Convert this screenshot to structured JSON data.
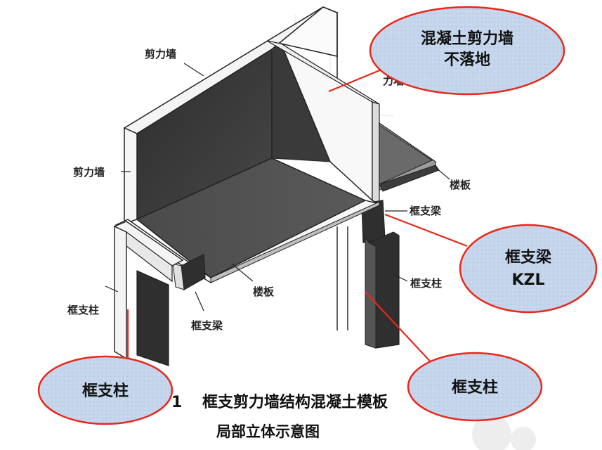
{
  "labels": {
    "shear_wall_top": "剪力墙",
    "shear_wall_left": "剪力墙",
    "wall_partial_right": "力墙",
    "floor_slab_right": "楼板",
    "floor_slab_center": "楼板",
    "transfer_beam_right": "框支梁",
    "transfer_beam_left": "框支梁",
    "transfer_column_left": "框支柱",
    "transfer_column_right": "框支柱"
  },
  "callouts": {
    "wall": {
      "line1": "混凝土剪力墙",
      "line2": "不落地"
    },
    "beam": {
      "line1": "框支梁",
      "line2": "KZL"
    },
    "column_left": {
      "text": "框支柱"
    },
    "column_right": {
      "text": "框支柱"
    }
  },
  "caption": {
    "line1_number": "1",
    "line1": "框支剪力墙结构混凝土模板",
    "line2": "局部立体示意图"
  },
  "colors": {
    "callout_fill": "#c4d5ec",
    "callout_stroke": "#e8281a",
    "arrow": "#e8281a",
    "dark_wall": "#3a3a3a"
  }
}
